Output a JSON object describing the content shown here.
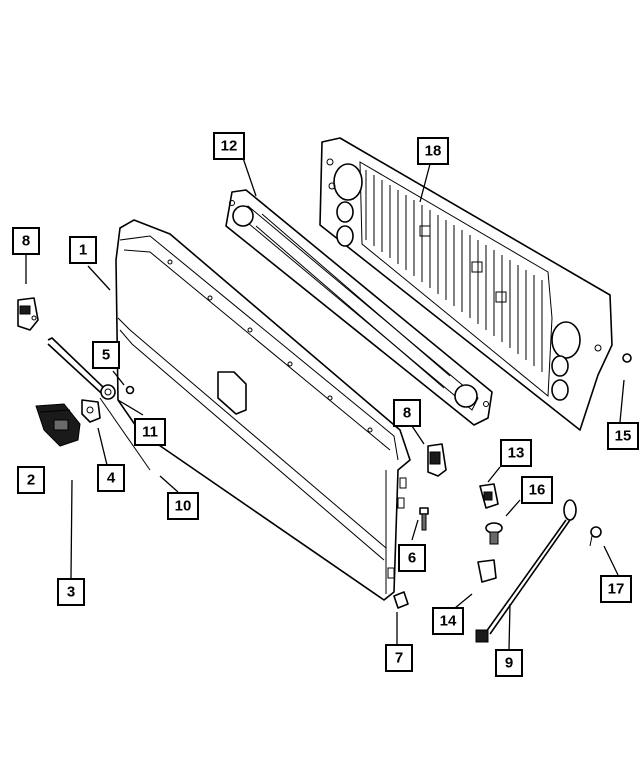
{
  "callouts": [
    {
      "id": "c1",
      "label": "1"
    },
    {
      "id": "c2",
      "label": "2"
    },
    {
      "id": "c3",
      "label": "3"
    },
    {
      "id": "c4",
      "label": "4"
    },
    {
      "id": "c5",
      "label": "5"
    },
    {
      "id": "c6",
      "label": "6"
    },
    {
      "id": "c7",
      "label": "7"
    },
    {
      "id": "c8a",
      "label": "8"
    },
    {
      "id": "c8b",
      "label": "8"
    },
    {
      "id": "c9",
      "label": "9"
    },
    {
      "id": "c10",
      "label": "10"
    },
    {
      "id": "c11",
      "label": "11"
    },
    {
      "id": "c12",
      "label": "12"
    },
    {
      "id": "c13",
      "label": "13"
    },
    {
      "id": "c14",
      "label": "14"
    },
    {
      "id": "c15",
      "label": "15"
    },
    {
      "id": "c16",
      "label": "16"
    },
    {
      "id": "c17",
      "label": "17"
    },
    {
      "id": "c18",
      "label": "18"
    }
  ],
  "colors": {
    "line": "#000000",
    "background": "#ffffff"
  }
}
